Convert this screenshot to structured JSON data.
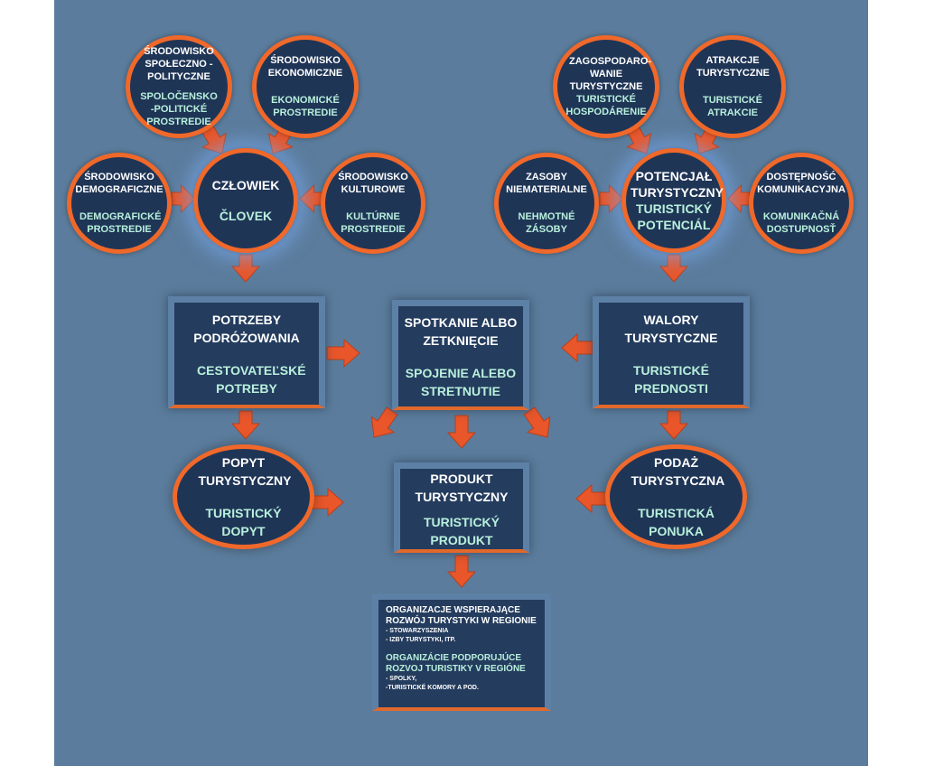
{
  "colors": {
    "background": "#5b7c9c",
    "node_fill": "#1f3556",
    "node_border": "#f0682a",
    "box_fill": "#243c5e",
    "box_frame": "#5d80a6",
    "arrow": "#e8562a",
    "text_primary": "#ffffff",
    "text_secondary": "#b8f0dc"
  },
  "left_group": {
    "top_left": {
      "pl": "ŚRODOWISKO SPOŁECZNO -POLITYCZNE",
      "sk": "SPOLOČENSKO -POLITICKÉ PROSTREDIE"
    },
    "top_right": {
      "pl": "ŚRODOWISKO EKONOMICZNE",
      "sk": "EKONOMICKÉ PROSTREDIE"
    },
    "left": {
      "pl": "ŚRODOWISKO DEMOGRAFICZNE",
      "sk": "DEMOGRAFICKÉ PROSTREDIE"
    },
    "right": {
      "pl": "ŚRODOWISKO KULTUROWE",
      "sk": "KULTÚRNE PROSTREDIE"
    },
    "center": {
      "pl": "CZŁOWIEK",
      "sk": "ČLOVEK"
    }
  },
  "right_group": {
    "top_left": {
      "pl": "ZAGOSPODARO- WANIE TURYSTYCZNE",
      "sk": "TURISTICKÉ HOSPODÁRENIE"
    },
    "top_right": {
      "pl": "ATRAKCJE TURYSTYCZNE",
      "sk": "TURISTICKÉ ATRAKCIE"
    },
    "left": {
      "pl": "ZASOBY NIEMATERIALNE",
      "sk": "NEHMOTNÉ ZÁSOBY"
    },
    "right": {
      "pl": "DOSTĘPNOŚĆ KOMUNIKACYJNA",
      "sk": "KOMUNIKAČNÁ DOSTUPNOSŤ"
    },
    "center": {
      "pl": "POTENCJAŁ TURYSTYCZNY",
      "sk": "TURISTICKÝ POTENCIÁL"
    }
  },
  "boxes": {
    "needs": {
      "pl": "POTRZEBY PODRÓŻOWANIA",
      "sk": "CESTOVATEĽSKÉ POTREBY"
    },
    "meeting": {
      "pl": "SPOTKANIE ALBO ZETKNIĘCIE",
      "sk": "SPOJENIE ALEBO STRETNUTIE"
    },
    "values": {
      "pl": "WALORY TURYSTYCZNE",
      "sk": "TURISTICKÉ PREDNOSTI"
    },
    "product": {
      "pl": "PRODUKT TURYSTYCZNY",
      "sk": "TURISTICKÝ PRODUKT"
    }
  },
  "ovals": {
    "demand": {
      "pl": "POPYT TURYSTYCZNY",
      "sk": "TURISTICKÝ DOPYT"
    },
    "supply": {
      "pl": "PODAŻ TURYSTYCZNA",
      "sk": "TURISTICKÁ PONUKA"
    }
  },
  "organizations": {
    "pl_title": "ORGANIZACJE WSPIERAJĄCE ROZWÓJ TURYSTYKI W REGIONIE",
    "pl_item1": "- STOWARZYSZENIA",
    "pl_item2": "- IZBY TURYSTYKI, ITP.",
    "sk_title": "ORGANIZÁCIE PODPORUJÚCE ROZVOJ TURISTIKY V REGIÓNE",
    "sk_item1": "- SPOLKY,",
    "sk_item2": "-TURISTICKÉ KOMORY A POD."
  }
}
